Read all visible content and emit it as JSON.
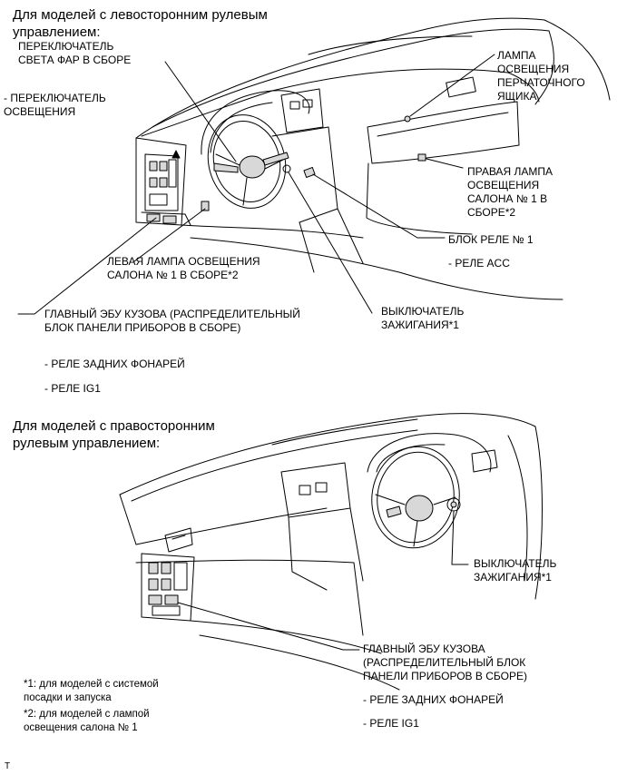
{
  "lhd": {
    "heading": "Для моделей с левосторонним рулевым\nуправлением:",
    "labels": {
      "headlight_switch": "ПЕРЕКЛЮЧАТЕЛЬ\nСВЕТА ФАР В СБОРЕ",
      "light_switch": "- ПЕРЕКЛЮЧАТЕЛЬ\nОСВЕЩЕНИЯ",
      "glovebox_lamp": "ЛАМПА\nОСВЕЩЕНИЯ\nПЕРЧАТОЧНОГО\nЯЩИКА",
      "right_room_lamp": "ПРАВАЯ ЛАМПА\nОСВЕЩЕНИЯ\nСАЛОНА № 1 В\nСБОРЕ*2",
      "relay_block": "БЛОК РЕЛЕ № 1",
      "acc_relay": "- РЕЛЕ ACC",
      "left_room_lamp": "ЛЕВАЯ ЛАМПА ОСВЕЩЕНИЯ\nСАЛОНА № 1 В СБОРЕ*2",
      "main_ecu": "ГЛАВНЫЙ ЭБУ КУЗОВА (РАСПРЕДЕЛИТЕЛЬНЫЙ\nБЛОК ПАНЕЛИ ПРИБОРОВ В СБОРЕ)",
      "ignition_switch": "ВЫКЛЮЧАТЕЛЬ\nЗАЖИГАНИЯ*1",
      "tail_relay": "- РЕЛЕ ЗАДНИХ ФОНАРЕЙ",
      "ig1_relay": "- РЕЛЕ IG1"
    }
  },
  "rhd": {
    "heading": "Для моделей с правосторонним\nрулевым управлением:",
    "labels": {
      "ignition_switch": "ВЫКЛЮЧАТЕЛЬ\nЗАЖИГАНИЯ*1",
      "main_ecu": "ГЛАВНЫЙ ЭБУ КУЗОВА\n(РАСПРЕДЕЛИТЕЛЬНЫЙ БЛОК\nПАНЕЛИ ПРИБОРОВ В СБОРЕ)",
      "tail_relay": "- РЕЛЕ ЗАДНИХ ФОНАРЕЙ",
      "ig1_relay": "- РЕЛЕ IG1"
    }
  },
  "footnotes": {
    "note1": "*1: для моделей с системой\nпосадки и запуска",
    "note2": "*2: для моделей с лампой\nосвещения салона № 1"
  },
  "corner_mark": "T"
}
